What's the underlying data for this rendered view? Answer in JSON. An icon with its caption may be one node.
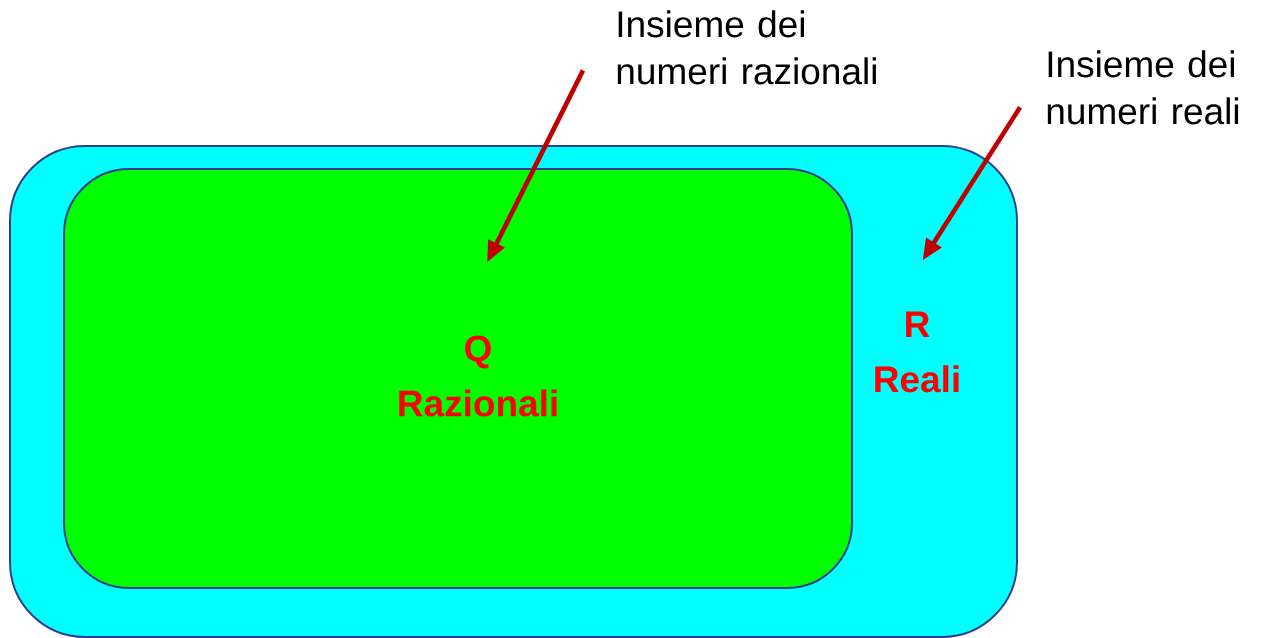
{
  "diagram": {
    "nodes": [
      {
        "text": [
          "R",
          "Reali"
        ]
      },
      {
        "text": [
          "Q",
          "Razionali"
        ],
        "in": 0
      },
      {
        "text": [
          "Insieme dei numeri razionali"
        ]
      },
      {
        "text": [
          "Insieme dei numeri reali"
        ]
      }
    ],
    "edges": [
      {
        "from": 2,
        "to": 1,
        "arrow": "to",
        "color": "#c00000"
      },
      {
        "from": 3,
        "to": 0,
        "arrow": "to",
        "color": "#c00000"
      }
    ]
  }
}
